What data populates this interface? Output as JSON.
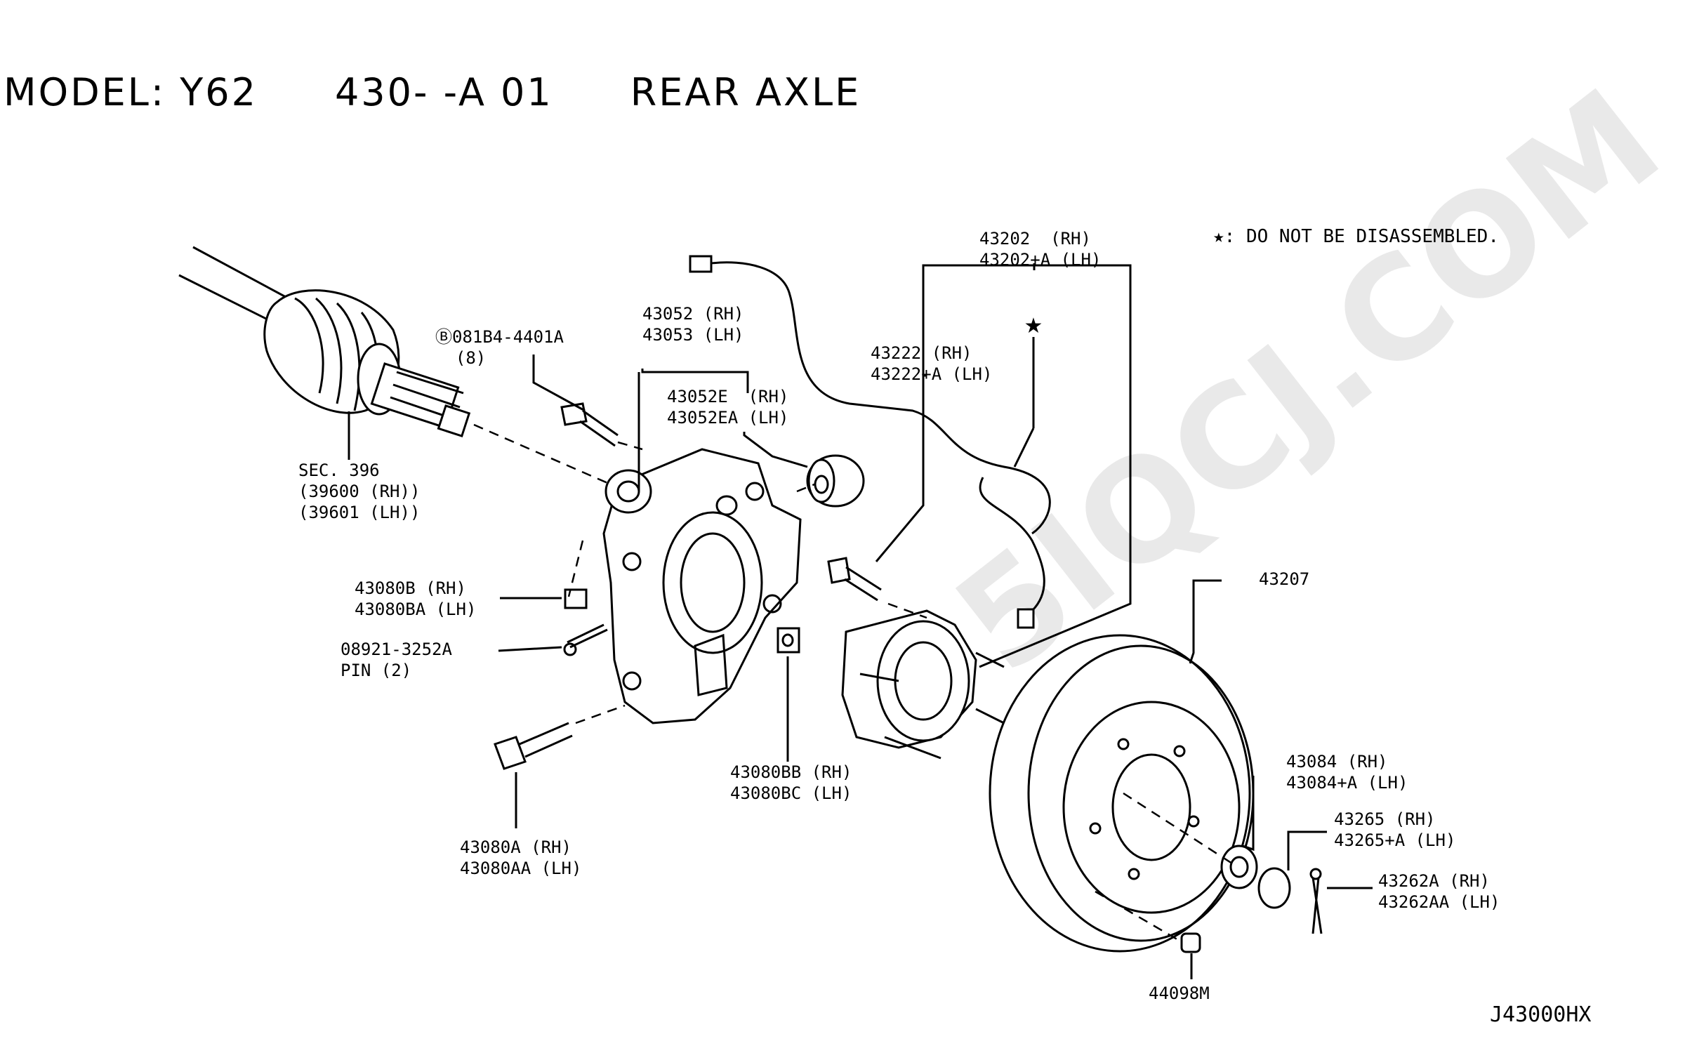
{
  "header": {
    "model": "MODEL: Y62",
    "section": "430-  -A 01",
    "name": "REAR AXLE"
  },
  "note": "★: DO NOT BE DISASSEMBLED.",
  "diagram_code": "J43000HX",
  "watermark": "5IQCJ.COM",
  "callouts": {
    "driveshaft": "SEC. 396\n(39600 (RH))\n(39601 (LH))",
    "bolt_b": "Ⓑ081B4-4401A\n  (8)",
    "knuckle": "43052 (RH)\n43053 (LH)",
    "bushing": "43052E  (RH)\n43052EA (LH)",
    "sensor_assy": "43202  (RH)\n43202+A (LH)",
    "sensor": "43222 (RH)\n43222+A (LH)",
    "nut_b": "43080B (RH)\n43080BA (LH)",
    "pin": "08921-3252A\nPIN (2)",
    "bolt_a": "43080A (RH)\n43080AA (LH)",
    "nut_bb": "43080BB (RH)\n43080BC (LH)",
    "rotor": "43207",
    "hub_nut": "43084 (RH)\n43084+A (LH)",
    "lock_cap": "43265 (RH)\n43265+A (LH)",
    "cotter": "43262A (RH)\n43262AA (LH)",
    "plug": "44098M"
  }
}
